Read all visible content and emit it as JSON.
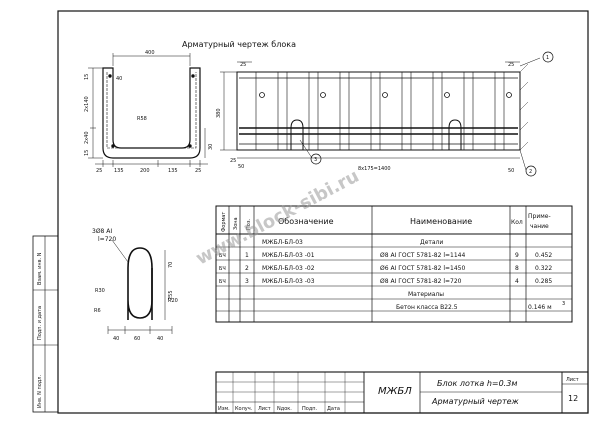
{
  "drawing": {
    "title": "Арматурный чертеж блока"
  },
  "section_dims": {
    "top": "400",
    "left_v1": "15",
    "left_v2": "2х140",
    "left_v3": "2х40",
    "left_v4": "15",
    "bottom": [
      "25",
      "135",
      "200",
      "135",
      "25"
    ],
    "left_small": "40",
    "radius": "R58",
    "right_v": "30"
  },
  "elevation_dims": {
    "top_left": "25",
    "height": "380",
    "bottom_left_a": "25",
    "bottom_left_b": "50",
    "spacing": "8х175=1400",
    "bottom_right": "50",
    "top_right": "25"
  },
  "callouts": [
    "1",
    "2",
    "3"
  ],
  "detail": {
    "label_bar": "3Ø8 AI",
    "label_len": "l=720",
    "dims_left": [
      "R30",
      "R6"
    ],
    "dims_right": [
      "R20",
      "70",
      "255"
    ],
    "dims_bottom": [
      "40",
      "60",
      "40"
    ]
  },
  "spec_table": {
    "headers": {
      "format": "Формат",
      "zone": "Зона",
      "pos": "Поз.",
      "designation": "Обозначение",
      "name": "Наименование",
      "qty": "Кол",
      "note": "Приме-\nчание"
    },
    "assembly": "МЖБЛ-БЛ-03",
    "section_details": "Детали",
    "rows": [
      {
        "format": "БЧ",
        "pos": "1",
        "designation": "МЖБЛ-БЛ-03     -01",
        "name": "Ø8 AI ГОСТ 5781-82 l=1144",
        "qty": "9",
        "note": "0.452"
      },
      {
        "format": "БЧ",
        "pos": "2",
        "designation": "МЖБЛ-БЛ-03     -02",
        "name": "Ø6 AI ГОСТ 5781-82 l=1450",
        "qty": "8",
        "note": "0.322"
      },
      {
        "format": "БЧ",
        "pos": "3",
        "designation": "МЖБЛ-БЛ-03     -03",
        "name": "Ø8 AI ГОСТ 5781-82 l=720",
        "qty": "4",
        "note": "0.285"
      }
    ],
    "section_materials": "Материалы",
    "materials_row": {
      "name": "Бетон класса B22.5",
      "note": "0.146 м",
      "sup": "3"
    }
  },
  "side_stamp": [
    "Взам. инв. N",
    "Подп. и дата",
    "Инв. N подл."
  ],
  "title_block": {
    "code": "МЖБЛ",
    "line1": "Блок лотка h=0.3м",
    "line2": "Арматурный чертеж",
    "sheet_label": "Лист",
    "sheet_num": "12",
    "cols": [
      "Изм.",
      "Колуч.",
      "Лист",
      "Nдок.",
      "Подп.",
      "Дата"
    ]
  },
  "watermark": "www.block-sibi.ru"
}
